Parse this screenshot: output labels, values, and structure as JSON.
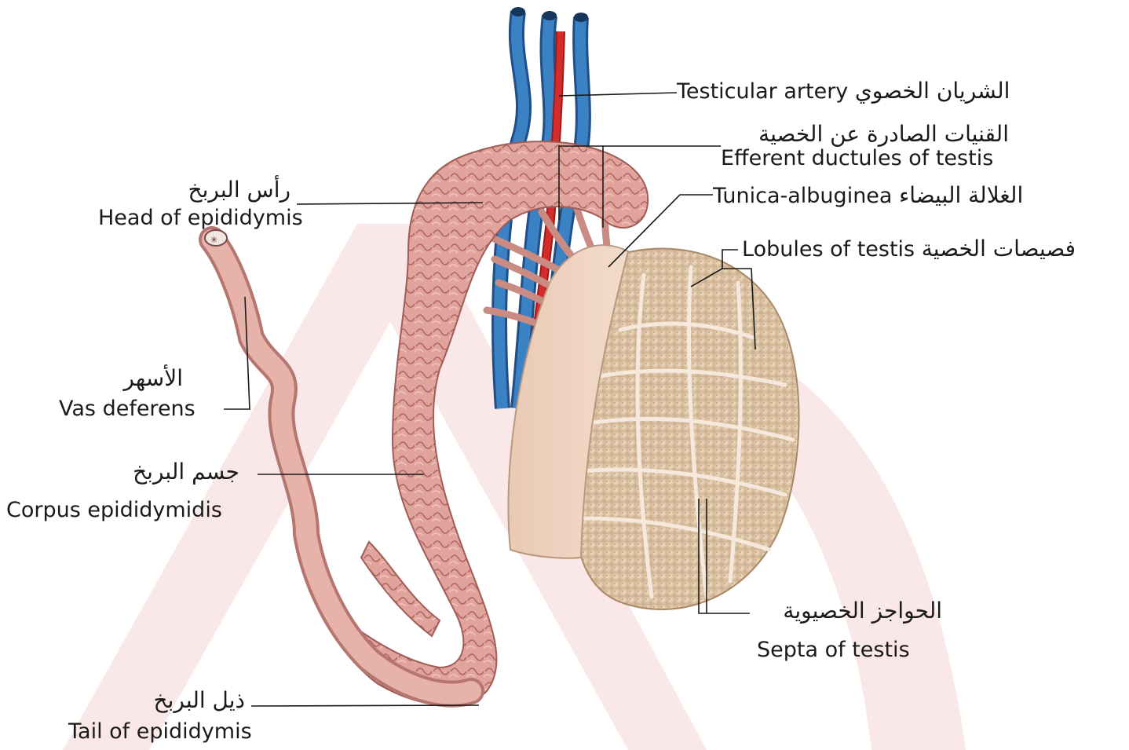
{
  "colors": {
    "watermark": "#f7dede",
    "epididymis": "#e3a7a0",
    "epididymis_dark": "#b86f6a",
    "testis": "#e8d2b5",
    "tunica": "#edd0bc",
    "artery": "#d42b2b",
    "vein": "#2f74b5",
    "leader_line": "#1a1a1a"
  },
  "labels": {
    "testicular_artery": {
      "en": "Testicular artery",
      "ar": "الشريان الخصوي"
    },
    "efferent_ductules": {
      "ar": "القنيات الصادرة عن الخصية",
      "en": "Efferent ductules of testis"
    },
    "tunica_albuginea": {
      "en": "Tunica-albuginea",
      "ar": "الغلالة البيضاء"
    },
    "lobules_of_testis": {
      "en": "Lobules of testis",
      "ar": "فصيصات الخصية"
    },
    "head_of_epididymis": {
      "ar": "رأس البربخ",
      "en": "Head of epididymis"
    },
    "vas_deferens": {
      "ar": "الأسهر",
      "en": "Vas deferens"
    },
    "corpus_epididymidis": {
      "ar": "جسم البربخ",
      "en": "Corpus epididymidis"
    },
    "septa_of_testis": {
      "ar": "الحواجز الخصيوية",
      "en": "Septa of testis"
    },
    "tail_of_epididymis": {
      "ar": "ذيل البربخ",
      "en": "Tail of epididymis"
    }
  }
}
